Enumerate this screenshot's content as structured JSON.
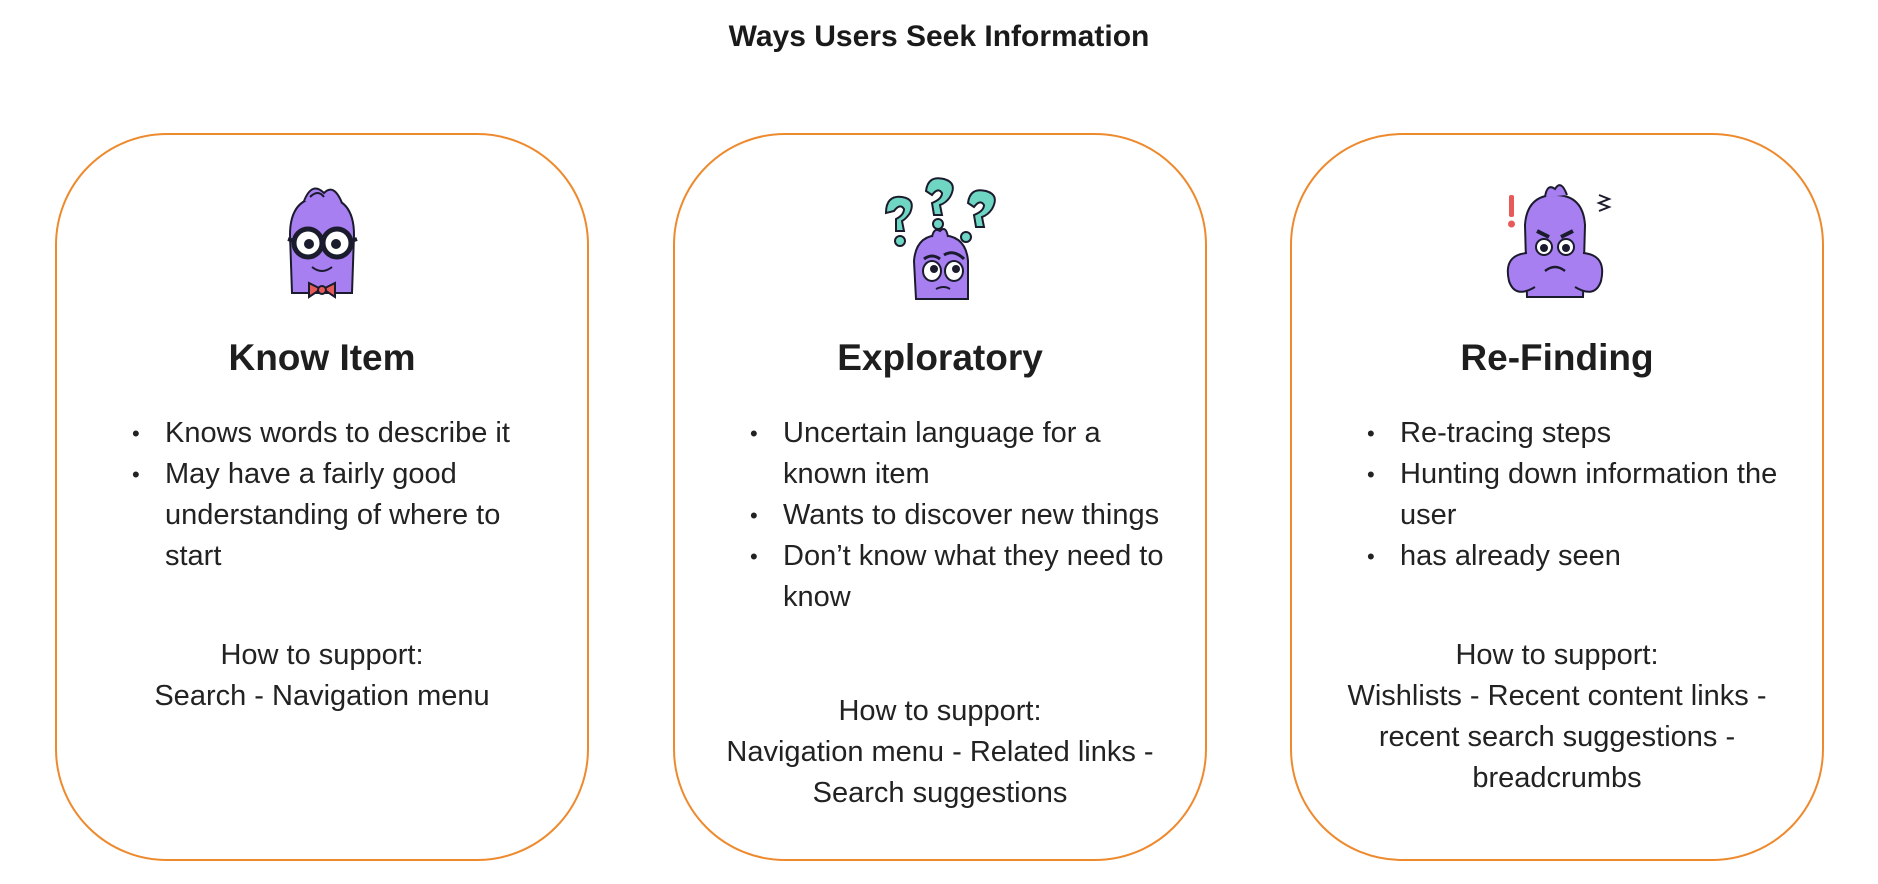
{
  "title": "Ways Users Seek Information",
  "colors": {
    "card_border": "#ee8a2e",
    "mascot_body": "#a87ff0",
    "question_marks": "#6ed6c2",
    "bowtie": "#e65a5a"
  },
  "cards": [
    {
      "title": "Know Item",
      "icon": "nerd-monster-icon",
      "bullets": [
        "Knows words to describe it",
        "May have a fairly good understanding of where to start"
      ],
      "support_label": "How to support:",
      "support_text": "Search - Navigation menu"
    },
    {
      "title": "Exploratory",
      "icon": "confused-monster-icon",
      "bullets": [
        "Uncertain language for a known item",
        "Wants to discover new things",
        "Don’t know what they need to know"
      ],
      "support_label": "How to support:",
      "support_text": "Navigation menu - Related links - Search suggestions"
    },
    {
      "title": "Re-Finding",
      "icon": "frustrated-monster-icon",
      "bullets": [
        "Re-tracing steps",
        "Hunting down information the user",
        "has already seen"
      ],
      "support_label": "How to support:",
      "support_text": "Wishlists - Recent content links - recent search suggestions - breadcrumbs"
    }
  ]
}
